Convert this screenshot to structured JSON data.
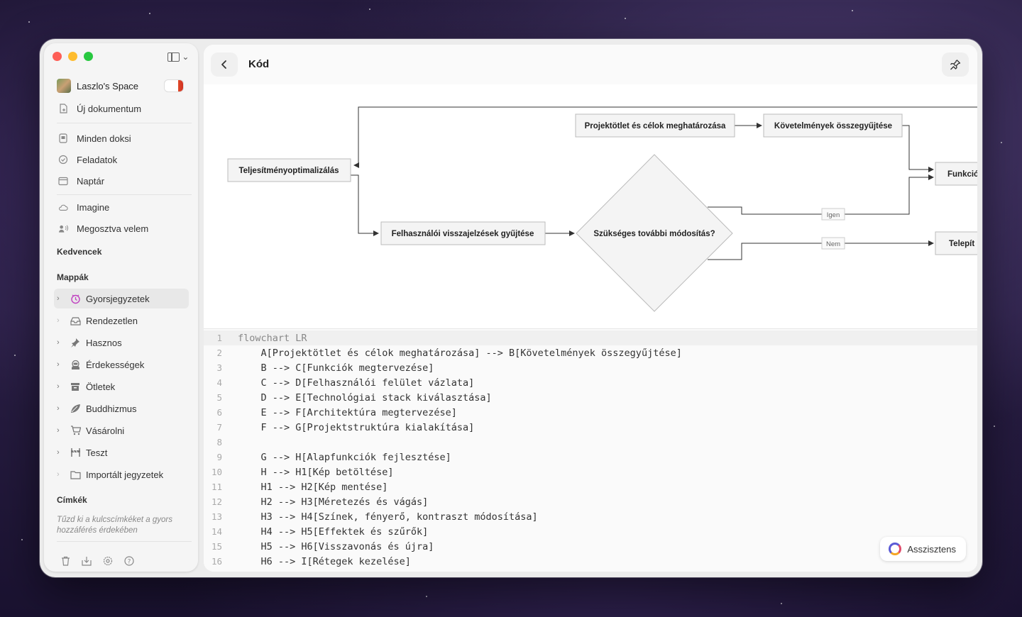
{
  "sidebar": {
    "workspace": "Laszlo's Space",
    "new_doc": "Új dokumentum",
    "nav": [
      {
        "label": "Minden doksi",
        "icon": "document-icon"
      },
      {
        "label": "Feladatok",
        "icon": "check-circle-icon"
      },
      {
        "label": "Naptár",
        "icon": "calendar-icon"
      }
    ],
    "nav2": [
      {
        "label": "Imagine",
        "icon": "cloud-icon"
      },
      {
        "label": "Megosztva velem",
        "icon": "shared-user-icon"
      }
    ],
    "favorites_title": "Kedvencek",
    "folders_title": "Mappák",
    "folders": [
      {
        "label": "Gyorsjegyzetek",
        "icon": "quick-notes-icon"
      },
      {
        "label": "Rendezetlen",
        "icon": "inbox-icon"
      },
      {
        "label": "Hasznos",
        "icon": "pin-icon"
      },
      {
        "label": "Érdekességek",
        "icon": "astronaut-icon"
      },
      {
        "label": "Ötletek",
        "icon": "archive-box-icon"
      },
      {
        "label": "Buddhizmus",
        "icon": "leaf-icon"
      },
      {
        "label": "Vásárolni",
        "icon": "cart-icon"
      },
      {
        "label": "Teszt",
        "icon": "barrier-icon"
      },
      {
        "label": "Importált jegyzetek",
        "icon": "folder-icon"
      }
    ],
    "tags_title": "Címkék",
    "tags_hint": "Tűzd ki a kulcscímkéket a gyors hozzáférés érdekében"
  },
  "header": {
    "title": "Kód"
  },
  "diagram": {
    "nodes": {
      "A": "Projektötlet és célok meghatározása",
      "B": "Követelmények összegyűjtése",
      "C": "Funkció",
      "perf": "Teljesítményoptimalizálás",
      "feedback": "Felhasználói visszajelzések gyűjtése",
      "decision": "Szükséges további módosítás?",
      "deploy": "Telepít"
    },
    "edges": {
      "yes": "Igen",
      "no": "Nem"
    }
  },
  "code": [
    "flowchart LR",
    "    A[Projektötlet és célok meghatározása] --> B[Követelmények összegyűjtése]",
    "    B --> C[Funkciók megtervezése]",
    "    C --> D[Felhasználói felület vázlata]",
    "    D --> E[Technológiai stack kiválasztása]",
    "    E --> F[Architektúra megtervezése]",
    "    F --> G[Projektstruktúra kialakítása]",
    "",
    "    G --> H[Alapfunkciók fejlesztése]",
    "    H --> H1[Kép betöltése]",
    "    H1 --> H2[Kép mentése]",
    "    H2 --> H3[Méretezés és vágás]",
    "    H3 --> H4[Színek, fényerő, kontraszt módosítása]",
    "    H4 --> H5[Effektek és szűrők]",
    "    H5 --> H6[Visszavonás és újra]",
    "    H6 --> I[Rétegek kezelése]"
  ],
  "assistant": "Asszisztens"
}
